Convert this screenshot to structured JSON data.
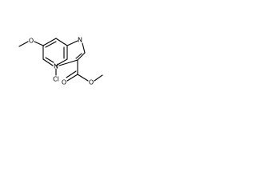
{
  "colors": {
    "bond": "#000000",
    "background": "#ffffff",
    "label": "#000000"
  },
  "molecule": {
    "atoms": {
      "nitrogen_imine": "N",
      "nitrogen_bridge": "N",
      "chlorine": "Cl",
      "oxygen_methoxy": "O",
      "oxygen_carbonyl": "O",
      "oxygen_ester": "O"
    }
  }
}
